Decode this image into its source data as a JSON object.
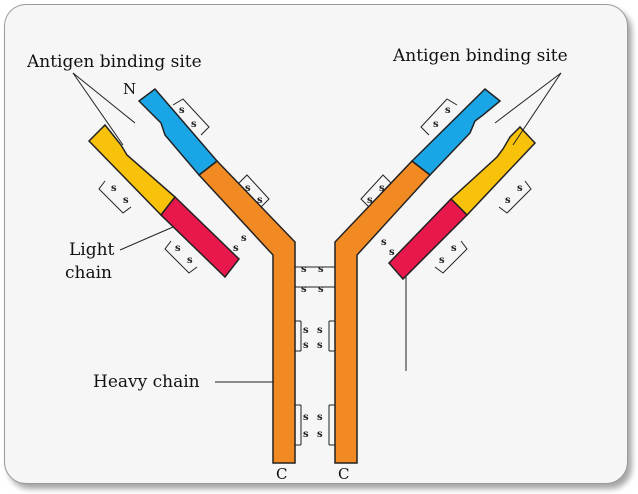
{
  "labels": {
    "antigen_left": "Antigen binding site",
    "antigen_right": "Antigen binding site",
    "light_chain_1": "Light",
    "light_chain_2": "chain",
    "heavy_chain": "Heavy chain",
    "n_terminal": "N",
    "c_left": "C",
    "c_right": "C",
    "s": "s"
  },
  "colors": {
    "heavy": "#f28a24",
    "variable_heavy": "#1aa6e6",
    "light_variable": "#f9c20a",
    "light_constant": "#e8184c",
    "outline": "#222222",
    "background": "#f6f6f6"
  }
}
